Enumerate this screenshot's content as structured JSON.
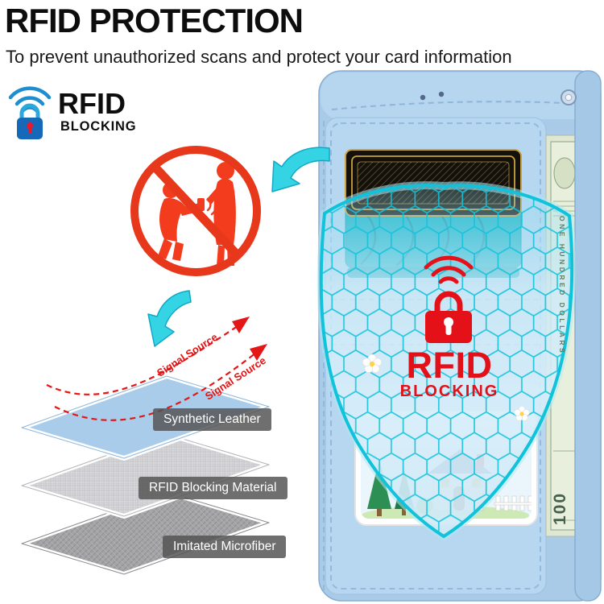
{
  "header": {
    "title": "RFID PROTECTION",
    "subtitle": "To prevent unauthorized scans and protect your card information"
  },
  "logo": {
    "name": "RFID",
    "tagline": "BLOCKING"
  },
  "shield_badge": {
    "name": "RFID",
    "tagline": "BLOCKING"
  },
  "signal_annotations": {
    "left": "Signal Source",
    "right": "Signal Source"
  },
  "material_layers": {
    "labels": [
      "Synthetic Leather",
      "RFID Blocking Material",
      "Imitated Microfiber"
    ]
  },
  "banknote": {
    "denomination": "100",
    "text": "ONE HUNDRED DOLLARS"
  },
  "icons": {
    "logo_waves": "rfid-signal-arcs",
    "logo_lock": "padlock",
    "prohibition": "no-scanning-sign",
    "arrows": "teal-curved-arrow",
    "shield": "hex-mesh-shield",
    "shield_emblem": "rfid-lock-with-waves"
  },
  "colors": {
    "accent_cyan": "#2bd0e2",
    "alert_red": "#ee2a12",
    "badge_red": "#e21119",
    "case_blue": "#a9cbe8",
    "label_bg": "#545454",
    "gold": "#c9a23c"
  }
}
